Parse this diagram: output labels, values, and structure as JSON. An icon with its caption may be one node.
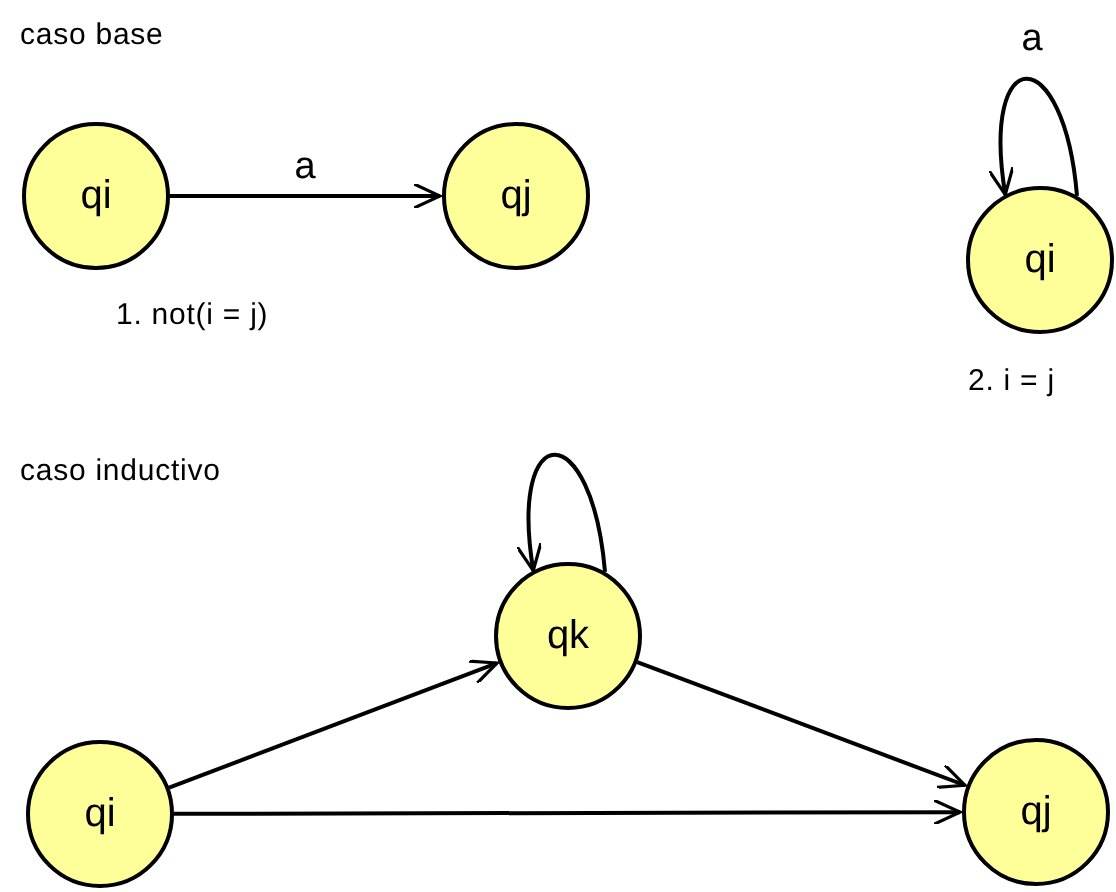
{
  "diagram": {
    "nodes": [
      {
        "text": [
          "qi"
        ]
      },
      {
        "text": [
          "qj"
        ]
      },
      {
        "text": [
          "qi"
        ]
      },
      {
        "text": [
          "qi"
        ]
      },
      {
        "text": [
          "qk"
        ]
      },
      {
        "text": [
          "qj"
        ]
      }
    ],
    "edges": [
      {
        "from": 0,
        "to": 1,
        "arrow": "to",
        "label": "a"
      },
      {
        "from": 2,
        "to": 2,
        "arrow": "to",
        "label": "a"
      },
      {
        "from": 4,
        "to": 4,
        "arrow": "to"
      },
      {
        "from": 3,
        "to": 4,
        "arrow": "to"
      },
      {
        "from": 4,
        "to": 5,
        "arrow": "to"
      },
      {
        "from": 3,
        "to": 5,
        "arrow": "to"
      }
    ],
    "labels": [
      "caso base",
      "1. not(i = j)",
      "2. i = j",
      "caso inductivo"
    ]
  }
}
